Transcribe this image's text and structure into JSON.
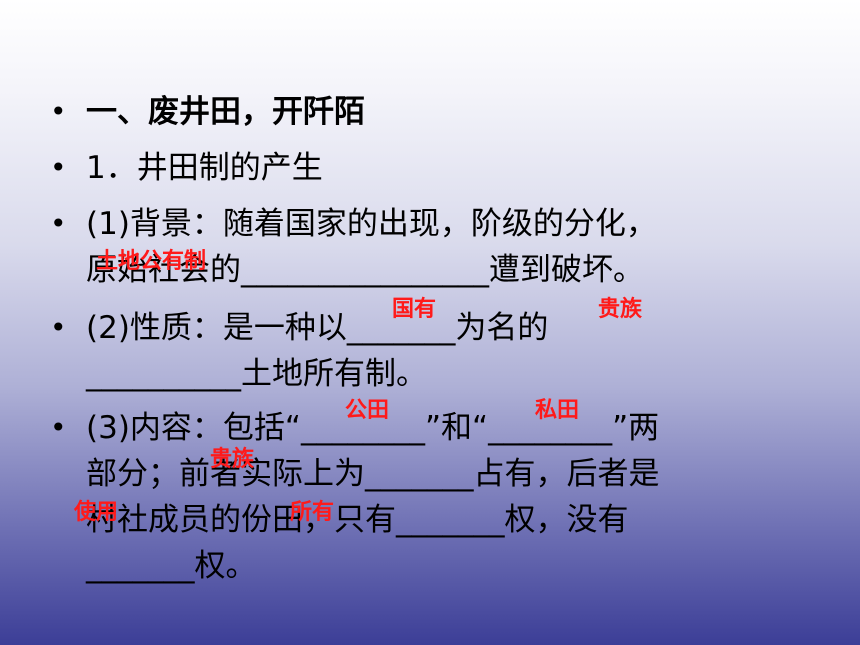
{
  "bullet_symbol": "•",
  "lines": {
    "l1": "一、废井田，开阡陌",
    "l2": "1．井田制的产生",
    "l3": "(1)背景：随着国家的出现，阶级的分化，",
    "l4": "原始社会的________________遭到破坏。",
    "l5": "(2)性质：是一种以_______为名的",
    "l6": "__________土地所有制。",
    "l7": "(3)内容：包括“________”和“________”两",
    "l8": "部分；前者实际上为_______占有，后者是",
    "l9": "村社成员的份田，只有_______权，没有",
    "l10": "_______权。"
  },
  "answers": {
    "a1": "土地公有制",
    "a2": "国有",
    "a3": "贵族",
    "a4": "公田",
    "a5": "私田",
    "a6": "贵族",
    "a7": "使用",
    "a8": "所有"
  }
}
